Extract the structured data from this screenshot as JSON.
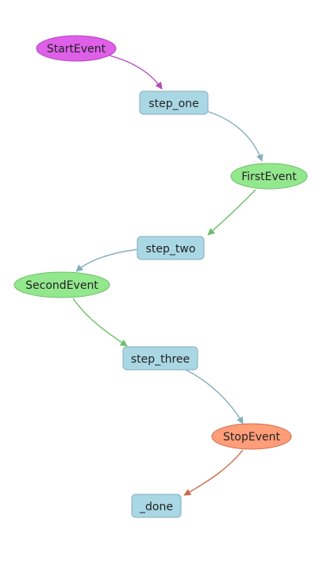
{
  "colors": {
    "start": "#de5fe8",
    "start_edge": "#b448bd",
    "step": "#aad7e4",
    "step_edge": "#84aebd",
    "event": "#93e88e",
    "event_edge": "#6bbf66",
    "stop": "#ff9d78",
    "stop_edge": "#cd6b48"
  },
  "nodes": {
    "start_event": "StartEvent",
    "step_one": "step_one",
    "first_event": "FirstEvent",
    "step_two": "step_two",
    "second_event": "SecondEvent",
    "step_three": "step_three",
    "stop_event": "StopEvent",
    "done": "_done"
  }
}
